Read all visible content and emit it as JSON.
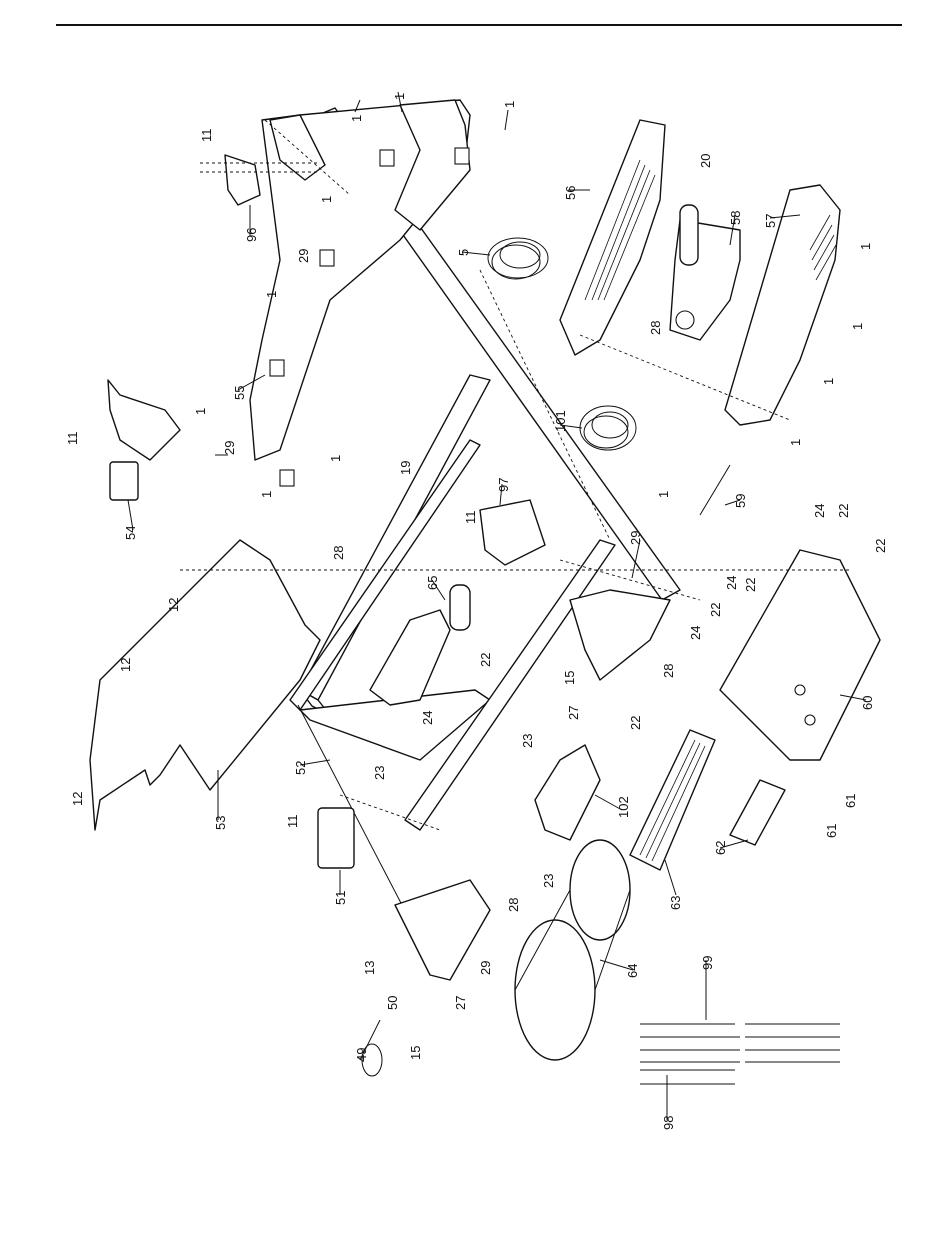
{
  "diagram": {
    "type": "exploded-parts-view",
    "callouts": [
      {
        "id": "c1a",
        "label": "1"
      },
      {
        "id": "c1b",
        "label": "1"
      },
      {
        "id": "c1c",
        "label": "1"
      },
      {
        "id": "c1d",
        "label": "1"
      },
      {
        "id": "c1e",
        "label": "1"
      },
      {
        "id": "c1f",
        "label": "1"
      },
      {
        "id": "c1g",
        "label": "1"
      },
      {
        "id": "c1h",
        "label": "1"
      },
      {
        "id": "c1i",
        "label": "1"
      },
      {
        "id": "c1j",
        "label": "1"
      },
      {
        "id": "c1k",
        "label": "1"
      },
      {
        "id": "c1l",
        "label": "1"
      },
      {
        "id": "c1m",
        "label": "1"
      },
      {
        "id": "c5",
        "label": "5"
      },
      {
        "id": "c11a",
        "label": "11"
      },
      {
        "id": "c11b",
        "label": "11"
      },
      {
        "id": "c11c",
        "label": "11"
      },
      {
        "id": "c11d",
        "label": "11"
      },
      {
        "id": "c12a",
        "label": "12"
      },
      {
        "id": "c12b",
        "label": "12"
      },
      {
        "id": "c12c",
        "label": "12"
      },
      {
        "id": "c13",
        "label": "13"
      },
      {
        "id": "c15a",
        "label": "15"
      },
      {
        "id": "c15b",
        "label": "15"
      },
      {
        "id": "c19",
        "label": "19"
      },
      {
        "id": "c20",
        "label": "20"
      },
      {
        "id": "c22a",
        "label": "22"
      },
      {
        "id": "c22b",
        "label": "22"
      },
      {
        "id": "c22c",
        "label": "22"
      },
      {
        "id": "c22d",
        "label": "22"
      },
      {
        "id": "c22e",
        "label": "22"
      },
      {
        "id": "c22f",
        "label": "22"
      },
      {
        "id": "c23a",
        "label": "23"
      },
      {
        "id": "c23b",
        "label": "23"
      },
      {
        "id": "c23c",
        "label": "23"
      },
      {
        "id": "c24a",
        "label": "24"
      },
      {
        "id": "c24b",
        "label": "24"
      },
      {
        "id": "c24c",
        "label": "24"
      },
      {
        "id": "c24d",
        "label": "24"
      },
      {
        "id": "c27a",
        "label": "27"
      },
      {
        "id": "c27b",
        "label": "27"
      },
      {
        "id": "c28a",
        "label": "28"
      },
      {
        "id": "c28b",
        "label": "28"
      },
      {
        "id": "c28c",
        "label": "28"
      },
      {
        "id": "c28d",
        "label": "28"
      },
      {
        "id": "c29a",
        "label": "29"
      },
      {
        "id": "c29b",
        "label": "29"
      },
      {
        "id": "c29c",
        "label": "29"
      },
      {
        "id": "c29d",
        "label": "29"
      },
      {
        "id": "c49",
        "label": "49"
      },
      {
        "id": "c50",
        "label": "50"
      },
      {
        "id": "c51",
        "label": "51"
      },
      {
        "id": "c52",
        "label": "52"
      },
      {
        "id": "c53",
        "label": "53"
      },
      {
        "id": "c54",
        "label": "54"
      },
      {
        "id": "c55",
        "label": "55"
      },
      {
        "id": "c56",
        "label": "56"
      },
      {
        "id": "c57",
        "label": "57"
      },
      {
        "id": "c58",
        "label": "58"
      },
      {
        "id": "c59",
        "label": "59"
      },
      {
        "id": "c60",
        "label": "60"
      },
      {
        "id": "c61a",
        "label": "61"
      },
      {
        "id": "c61b",
        "label": "61"
      },
      {
        "id": "c62",
        "label": "62"
      },
      {
        "id": "c63",
        "label": "63"
      },
      {
        "id": "c64",
        "label": "64"
      },
      {
        "id": "c65",
        "label": "65"
      },
      {
        "id": "c96",
        "label": "96"
      },
      {
        "id": "c97",
        "label": "97"
      },
      {
        "id": "c98",
        "label": "98"
      },
      {
        "id": "c99",
        "label": "99"
      },
      {
        "id": "c101",
        "label": "101"
      },
      {
        "id": "c102",
        "label": "102"
      }
    ]
  }
}
